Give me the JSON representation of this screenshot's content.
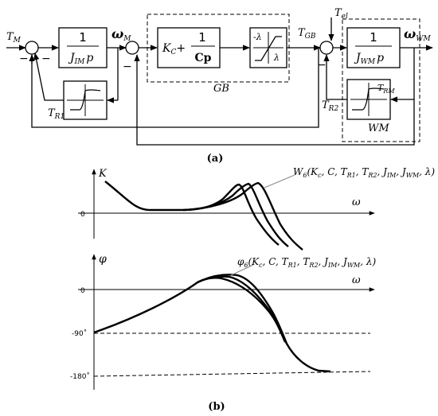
{
  "block_diagram": {
    "caption": "(a)",
    "inputs": {
      "tm": "T",
      "tm_sub": "M",
      "tel": "T",
      "tel_sub": "el"
    },
    "signals": {
      "wm": "ω",
      "wm_sub": "M",
      "tgb": "T",
      "tgb_sub": "GB",
      "wwm": "ω",
      "wwm_sub": "WM",
      "tr1": "T",
      "tr1_sub": "R1",
      "tr2": "T",
      "tr2_sub": "R2",
      "trm": "T",
      "trm_sub": "RM"
    },
    "blocks": {
      "jim_num": "1",
      "jim_den": "J",
      "jim_den_sub": "IM",
      "jim_den_p": "p",
      "pi_kc": "K",
      "pi_kc_sub": "C",
      "pi_plus": "+",
      "pi_num": "1",
      "pi_den": "Cp",
      "sat_neg": "-λ",
      "sat_pos": "λ",
      "jwm_num": "1",
      "jwm_den": "J",
      "jwm_den_sub": "WM",
      "jwm_den_p": "p"
    },
    "groups": {
      "gb": "GB",
      "wm": "WM"
    },
    "signs": {
      "minus": "−"
    }
  },
  "plots": {
    "caption": "(b)",
    "magnitude": {
      "ylabel": "K",
      "xlabel": "ω",
      "zero": "0",
      "label_pre": "W",
      "label_sub": "6",
      "label_args": "(K",
      "label_args_sub": "c",
      "label_rest1": ", C, T",
      "label_r1": "R1",
      "label_comma1": ", T",
      "label_r2": "R2",
      "label_comma2": ", J",
      "label_im": "IM",
      "label_comma3": ", J",
      "label_wm": "WM",
      "label_end": ", λ)"
    },
    "phase": {
      "ylabel": "φ",
      "xlabel": "ω",
      "zero": "0",
      "tick_90": "-90˚",
      "tick_180": "-180˚",
      "label_pre": "φ",
      "label_sub": "6",
      "label_args": "(K",
      "label_args_sub": "c",
      "label_rest1": ", C, T",
      "label_r1": "R1",
      "label_comma1": ", T",
      "label_r2": "R2",
      "label_comma2": ", J",
      "label_im": "IM",
      "label_comma3": ", J",
      "label_wm": "WM",
      "label_end": ", λ)"
    }
  }
}
